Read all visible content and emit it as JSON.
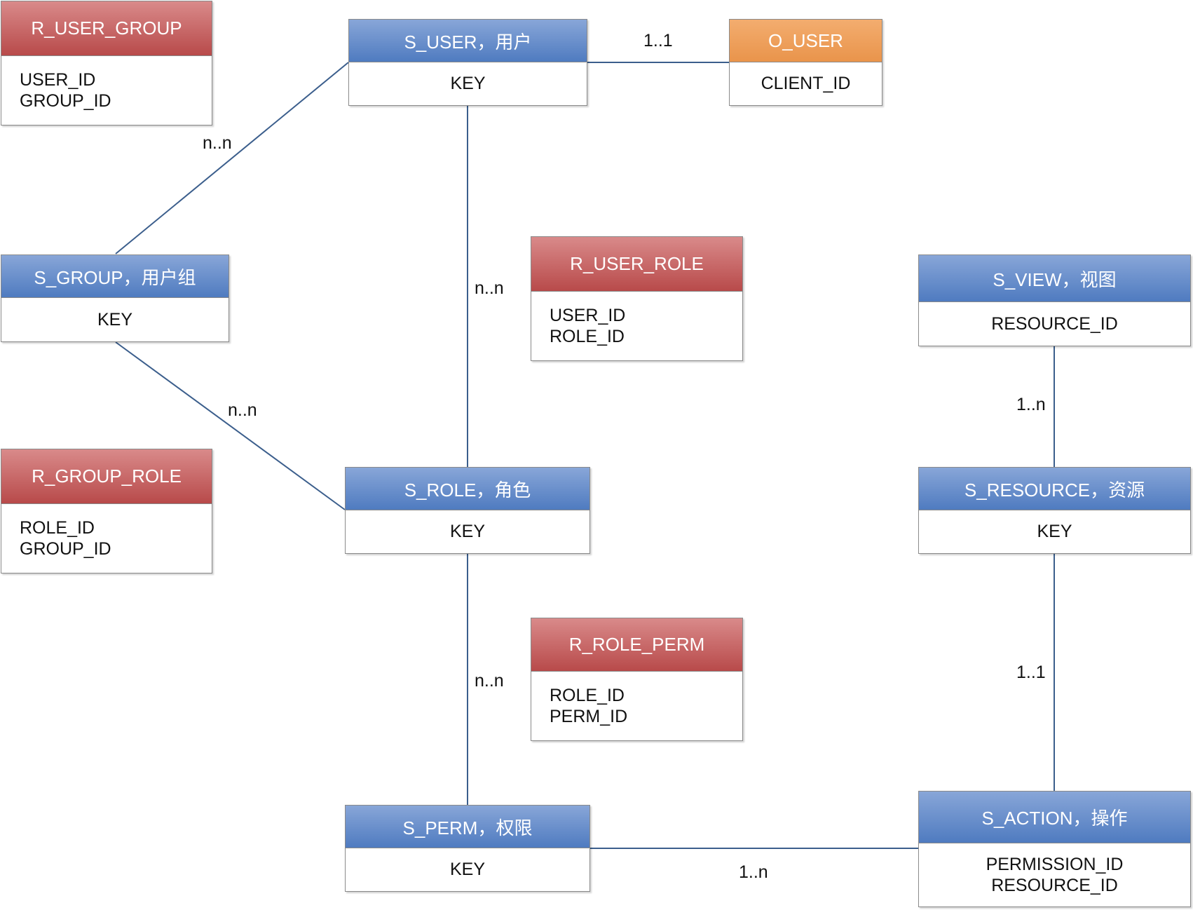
{
  "colors": {
    "entity_header": "#5b86c6",
    "relation_header": "#c0585a",
    "external_header": "#ec9a55",
    "line": "#3b5e8c"
  },
  "entities": {
    "r_user_group": {
      "title": "R_USER_GROUP",
      "fields": [
        "USER_ID",
        "GROUP_ID"
      ]
    },
    "s_user": {
      "title": "S_USER，用户",
      "fields": [
        "KEY"
      ]
    },
    "o_user": {
      "title": "O_USER",
      "fields": [
        "CLIENT_ID"
      ]
    },
    "s_group": {
      "title": "S_GROUP，用户组",
      "fields": [
        "KEY"
      ]
    },
    "r_user_role": {
      "title": "R_USER_ROLE",
      "fields": [
        "USER_ID",
        "ROLE_ID"
      ]
    },
    "s_view": {
      "title": "S_VIEW，视图",
      "fields": [
        "RESOURCE_ID"
      ]
    },
    "r_group_role": {
      "title": "R_GROUP_ROLE",
      "fields": [
        "ROLE_ID",
        "GROUP_ID"
      ]
    },
    "s_role": {
      "title": "S_ROLE，角色",
      "fields": [
        "KEY"
      ]
    },
    "s_resource": {
      "title": "S_RESOURCE，资源",
      "fields": [
        "KEY"
      ]
    },
    "r_role_perm": {
      "title": "R_ROLE_PERM",
      "fields": [
        "ROLE_ID",
        "PERM_ID"
      ]
    },
    "s_perm": {
      "title": "S_PERM，权限",
      "fields": [
        "KEY"
      ]
    },
    "s_action": {
      "title": "S_ACTION，操作",
      "fields": [
        "PERMISSION_ID",
        "RESOURCE_ID"
      ]
    }
  },
  "relationships": {
    "user_ouser": "1..1",
    "user_group": "n..n",
    "user_role": "n..n",
    "group_role": "n..n",
    "view_resource": "1..n",
    "role_perm": "n..n",
    "resource_action": "1..1",
    "perm_action": "1..n"
  }
}
